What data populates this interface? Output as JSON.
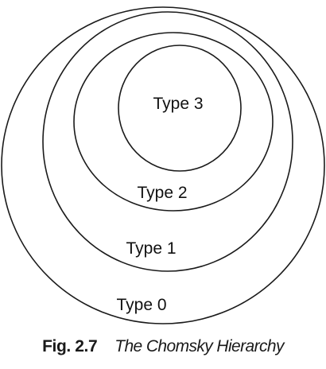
{
  "diagram": {
    "levels": [
      {
        "label": "Type 0"
      },
      {
        "label": "Type 1"
      },
      {
        "label": "Type 2"
      },
      {
        "label": "Type 3"
      }
    ]
  },
  "caption": {
    "number": "Fig. 2.7",
    "title": "The Chomsky Hierarchy"
  },
  "colors": {
    "stroke": "#1a1a1a",
    "text": "#111111",
    "background": "#ffffff"
  }
}
